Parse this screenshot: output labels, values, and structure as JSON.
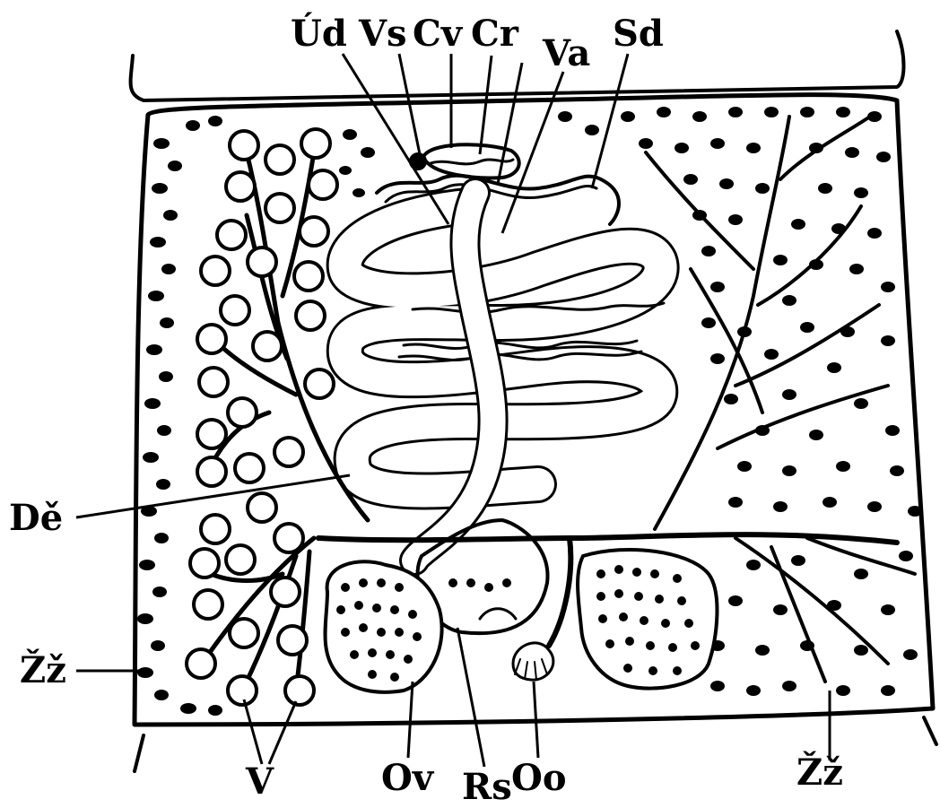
{
  "labels": {
    "ud": "Úd",
    "vs": "Vs",
    "cv": "Cv",
    "cr": "Cr",
    "va": "Va",
    "sd": "Sd",
    "de": "Dě",
    "zz_left": "Žž",
    "zz_right": "Žž",
    "v": "V",
    "ov": "Ov",
    "rs": "Rs",
    "oo": "Oo"
  },
  "colors": {
    "ink": "#000000",
    "paper": "#ffffff"
  }
}
